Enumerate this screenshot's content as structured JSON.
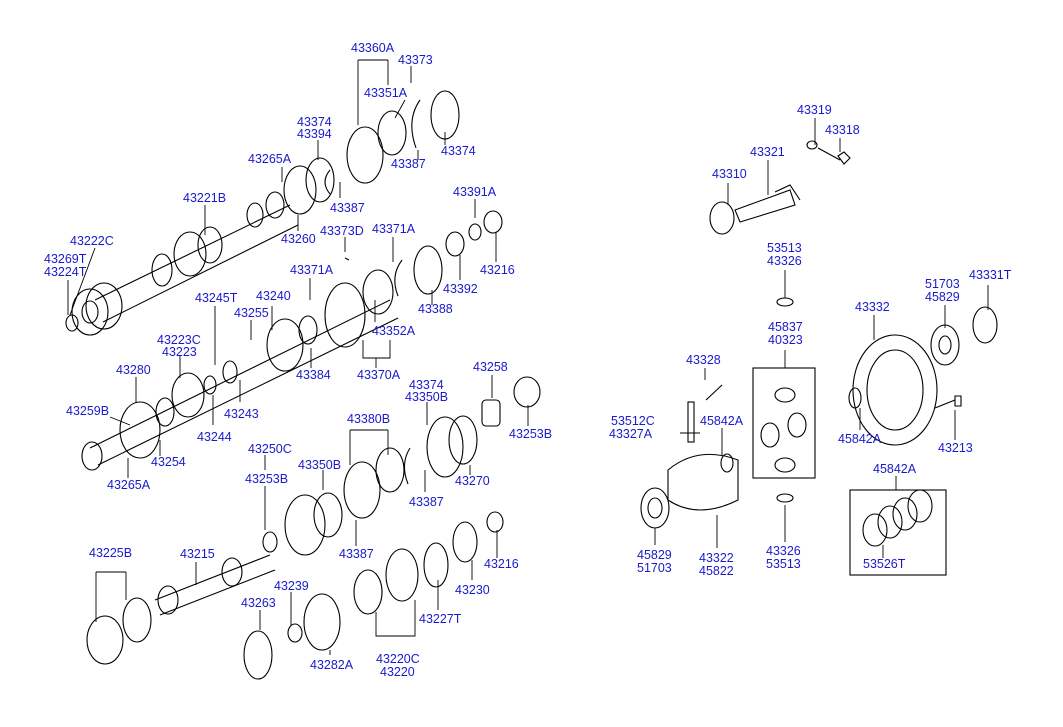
{
  "colors": {
    "label": "#1a1acc",
    "line": "#000000",
    "background": "#ffffff"
  },
  "labels": {
    "p43360A": "43360A",
    "p43373": "43373",
    "p43351A": "43351A",
    "p43374a": "43374",
    "p43394": "43394",
    "p43374b": "43374",
    "p43387a": "43387",
    "p43265Aa": "43265A",
    "p43387b": "43387",
    "p43221B": "43221B",
    "p43260": "43260",
    "p43391A": "43391A",
    "p43373D": "43373D",
    "p43371Aa": "43371A",
    "p43222C": "43222C",
    "p43269T": "43269T",
    "p43224T": "43224T",
    "p43216a": "43216",
    "p43371Ab": "43371A",
    "p43392": "43392",
    "p43245T": "43245T",
    "p43240": "43240",
    "p43388": "43388",
    "p43255": "43255",
    "p43352A": "43352A",
    "p43223C": "43223C",
    "p43223": "43223",
    "p43384": "43384",
    "p43370A": "43370A",
    "p43280": "43280",
    "p43243": "43243",
    "p43374c": "43374",
    "p43350Ba": "43350B",
    "p43258": "43258",
    "p43259B": "43259B",
    "p43244": "43244",
    "p43380B": "43380B",
    "p43253Ba": "43253B",
    "p43254": "43254",
    "p43250C": "43250C",
    "p43265Ab": "43265A",
    "p43350Bb": "43350B",
    "p43270": "43270",
    "p43253Bb": "43253B",
    "p43387c": "43387",
    "p43387d": "43387",
    "p43225B": "43225B",
    "p43215": "43215",
    "p43216b": "43216",
    "p43239": "43239",
    "p43230": "43230",
    "p43263": "43263",
    "p43227T": "43227T",
    "p43220C": "43220C",
    "p43220": "43220",
    "p43282A": "43282A",
    "p43319": "43319",
    "p43318": "43318",
    "p43321": "43321",
    "p43310": "43310",
    "p53513a": "53513",
    "p43326a": "43326",
    "p51703a": "51703",
    "p45829a": "45829",
    "p43331T": "43331T",
    "p43332": "43332",
    "p45837": "45837",
    "p40323": "40323",
    "p43328": "43328",
    "p53512C": "53512C",
    "p43327A": "43327A",
    "p45842Aa": "45842A",
    "p45842Ab": "45842A",
    "p43213": "43213",
    "p45842Ac": "45842A",
    "p45829b": "45829",
    "p51703b": "51703",
    "p43322": "43322",
    "p45822": "45822",
    "p43326b": "43326",
    "p53513b": "53513",
    "p53526T": "53526T"
  }
}
